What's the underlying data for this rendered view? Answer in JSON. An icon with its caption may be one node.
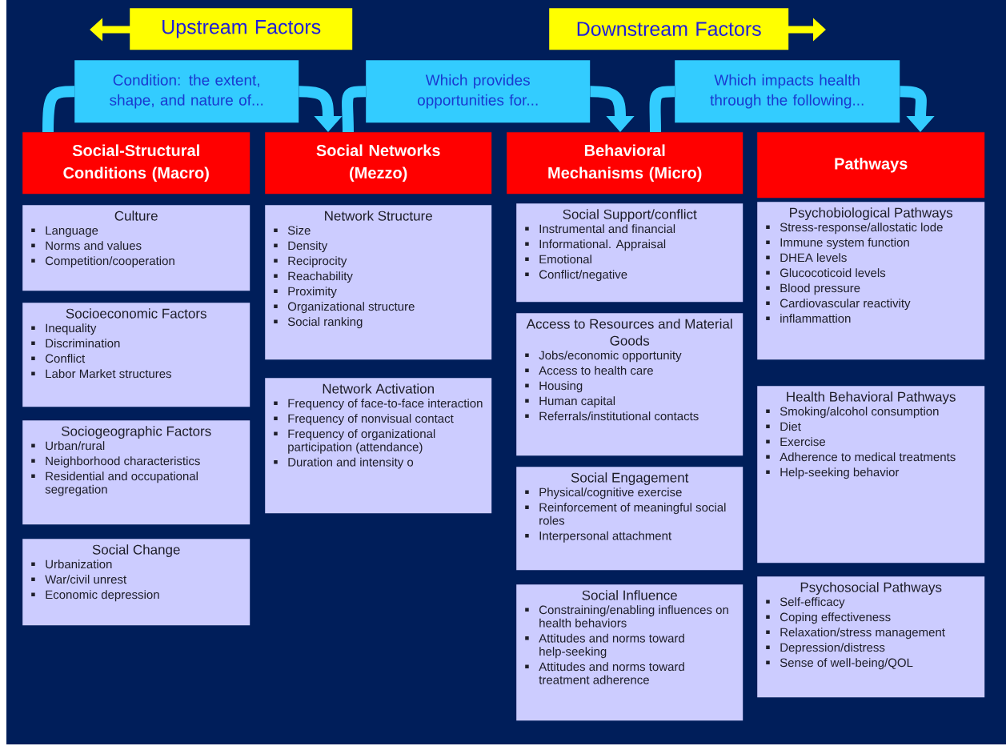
{
  "diagram": {
    "nodes": [
      {
        "text": [
          "Upstream Factors"
        ]
      },
      {
        "text": [
          "Downstream Factors"
        ]
      },
      {
        "text": [
          "Condition: the extent, shape, and nature of..."
        ]
      },
      {
        "text": [
          "Which provides opportunities for..."
        ]
      },
      {
        "text": [
          "Which impacts health through the following..."
        ]
      },
      {
        "text": [
          "Social-Structural Conditions (Macro)"
        ]
      },
      {
        "text": [
          "Social Networks (Mezzo)"
        ]
      },
      {
        "text": [
          "Behavioral Mechanisms (Micro)"
        ]
      },
      {
        "text": [
          "Pathways"
        ]
      },
      {
        "text": [
          "Culture",
          "Language",
          "Norms and values",
          "Competition/cooperation"
        ]
      },
      {
        "text": [
          "Socioeconomic Factors",
          "Inequality",
          "Discrimination",
          "Conflict",
          "Labor Market structures"
        ]
      },
      {
        "text": [
          "Sociogeographic Factors",
          "Urban/rural",
          "Neighborhood characteristics",
          "Residential and occupational segregation"
        ]
      },
      {
        "text": [
          "Social Change",
          "Urbanization",
          "War/civil unrest",
          "Economic depression"
        ]
      },
      {
        "text": [
          "Network Structure",
          "Size",
          "Density",
          "Reciprocity",
          "Reachability",
          "Proximity",
          "Organizational structure",
          "Social ranking"
        ]
      },
      {
        "text": [
          "Network Activation",
          "Frequency of face-to-face interaction",
          "Frequency of nonvisual contact",
          "Frequency of organizational participation (attendance)",
          "Duration and intensity o"
        ]
      },
      {
        "text": [
          "Social Support/conflict",
          "Instrumental and financial",
          "Informational. Appraisal",
          "Emotional",
          "Conflict/negative"
        ]
      },
      {
        "text": [
          "Access to Resources and Material Goods",
          "Jobs/economic opportunity",
          "Access to health care",
          "Housing",
          "Human capital",
          "Referrals/institutional contacts"
        ]
      },
      {
        "text": [
          "Social Engagement",
          "Physical/cognitive exercise",
          "Reinforcement of meaningful social roles",
          "Interpersonal attachment"
        ]
      },
      {
        "text": [
          "Social Influence",
          "Constraining/enabling influences on health behaviors",
          "Attitudes and norms toward help-seeking",
          "Attitudes and norms toward treatment adherence"
        ]
      },
      {
        "text": [
          "Psychobiological Pathways",
          "Stress-response/allostatic lode",
          "Immune system function",
          "DHEA levels",
          "Glucocoticoid levels",
          "Blood pressure",
          "Cardiovascular reactivity",
          "inflammattion"
        ]
      },
      {
        "text": [
          "Health Behavioral Pathways",
          "Smoking/alcohol consumption",
          "Diet",
          "Exercise",
          "Adherence to medical treatments",
          "Help-seeking behavior"
        ]
      },
      {
        "text": [
          "Psychosocial Pathways",
          "Self-efficacy",
          "Coping effectiveness",
          "Relaxation/stress management",
          "Depression/distress",
          "Sense of well-being/QOL"
        ]
      }
    ],
    "edges": [
      {
        "from": 5,
        "to": 2,
        "arrow": "none"
      },
      {
        "from": 2,
        "to": 6,
        "arrow": "to"
      },
      {
        "from": 6,
        "to": 3,
        "arrow": "none"
      },
      {
        "from": 3,
        "to": 7,
        "arrow": "to"
      },
      {
        "from": 7,
        "to": 4,
        "arrow": "none"
      },
      {
        "from": 4,
        "to": 8,
        "arrow": "to"
      }
    ]
  }
}
